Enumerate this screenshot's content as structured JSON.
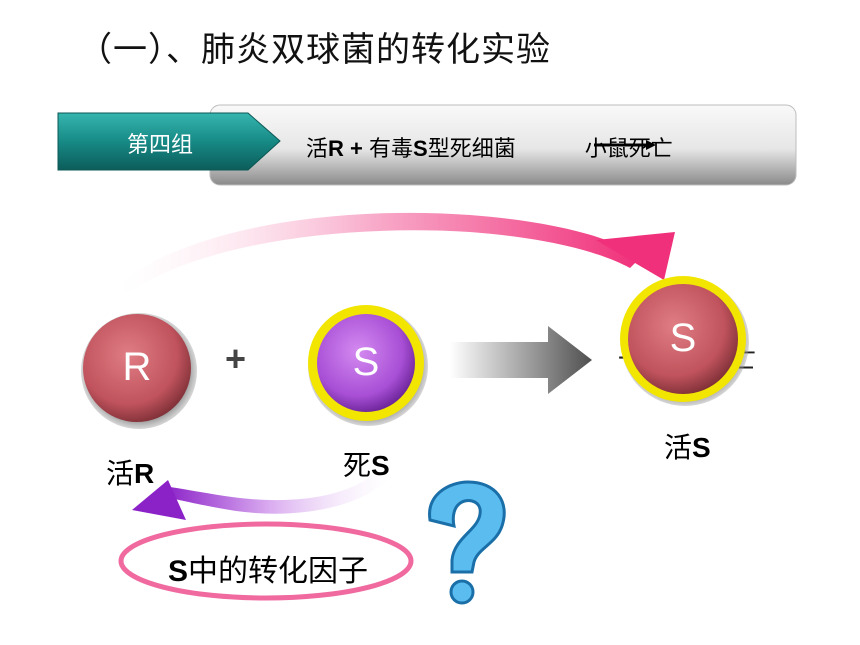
{
  "title": "（一）、肺炎双球菌的转化实验",
  "group": {
    "label": "第四组",
    "result": {
      "part1": "活",
      "r": "R",
      "plus": " + ",
      "part2": "有毒",
      "s": "S",
      "part3": "型死细菌 ",
      "part4": "小鼠死亡"
    }
  },
  "bacteria": {
    "live_r": {
      "letter": "R",
      "caption_prefix": "活",
      "caption_letter": "R"
    },
    "plus": "+",
    "dead_s": {
      "letter": "S",
      "caption_prefix": "死",
      "caption_letter": "S"
    },
    "live_s": {
      "letter": "S",
      "caption_prefix": "活",
      "caption_letter": "S"
    }
  },
  "factor": {
    "letter": "S",
    "text": "中的转化因子"
  },
  "colors": {
    "banner_teal": "#1a8f8b",
    "r_ball": "#c0535d",
    "s_ball": "#b05ad8",
    "capsule_yellow": "#f2e600",
    "pink_arrow": "#f0307a",
    "purple_arrow": "#8b22c8",
    "oval_pink": "#f06aa0",
    "question_blue": "#4fb0e8"
  },
  "icons": [
    "question-mark-icon",
    "right-arrow-icon",
    "curved-arrow-icon"
  ]
}
